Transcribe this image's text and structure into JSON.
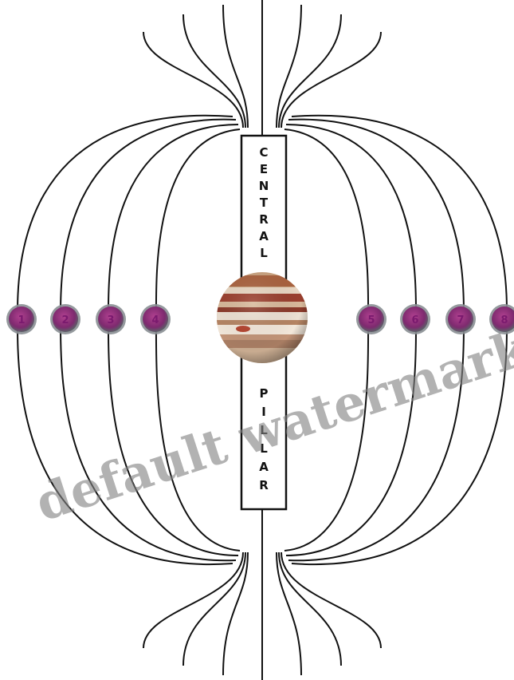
{
  "pillar": {
    "top_word": [
      "C",
      "E",
      "N",
      "T",
      "R",
      "A",
      "L"
    ],
    "bottom_word": [
      "P",
      "I",
      "L",
      "L",
      "A",
      "R"
    ]
  },
  "moons": {
    "left_labels": [
      "1",
      "2",
      "3",
      "4"
    ],
    "right_labels": [
      "5",
      "6",
      "7",
      "8"
    ]
  },
  "watermark": "default watermark",
  "colors": {
    "line": "#111111",
    "moon_fill": "#7e2a6f",
    "moon_halo": "#8a8f94",
    "planet_band_dark": "#8b3a2a",
    "planet_band_light": "#e9d8c4"
  }
}
